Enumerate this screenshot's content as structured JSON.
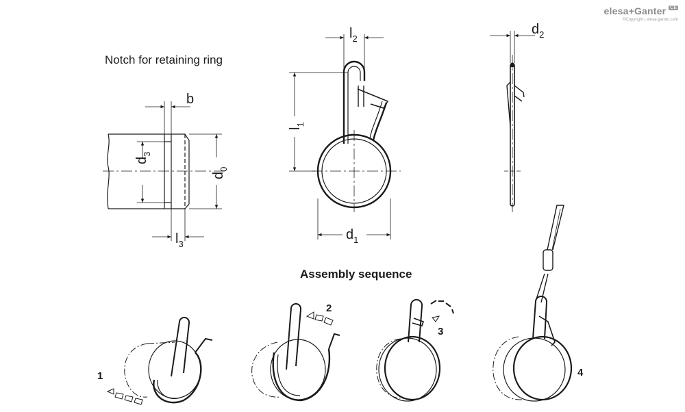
{
  "brand": {
    "name": "elesa+Ganter",
    "copyright": "©Copyright | elesa-ganter.com",
    "badge": "CE"
  },
  "notch_title": "Notch for retaining ring",
  "assembly_title": "Assembly sequence",
  "dimensions": {
    "b": "b",
    "d3": {
      "base": "d",
      "sub": "3"
    },
    "d0": {
      "base": "d",
      "sub": "0"
    },
    "l3": {
      "base": "l",
      "sub": "3"
    },
    "l2": {
      "base": "l",
      "sub": "2"
    },
    "l1": {
      "base": "l",
      "sub": "1"
    },
    "d1": {
      "base": "d",
      "sub": "1"
    },
    "d2": {
      "base": "d",
      "sub": "2"
    }
  },
  "steps": [
    "1",
    "2",
    "3",
    "4"
  ]
}
